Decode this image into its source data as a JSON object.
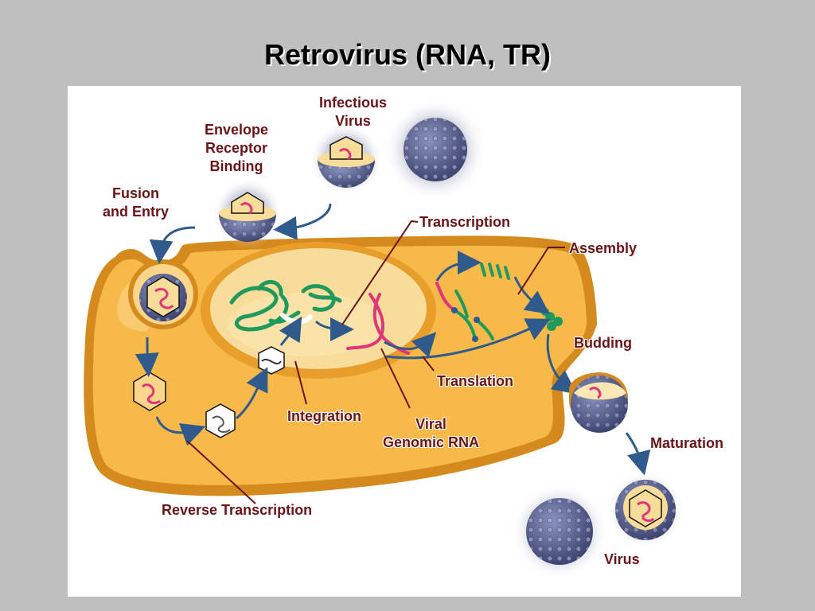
{
  "title": "Retrovirus (RNA, TR)",
  "labels": {
    "infectious_virus": [
      "Infectious",
      "Virus"
    ],
    "envelope_receptor_binding": [
      "Envelope",
      "Receptor",
      "Binding"
    ],
    "fusion_and_entry": [
      "Fusion",
      "and Entry"
    ],
    "transcription": "Transcription",
    "assembly": "Assembly",
    "budding": "Budding",
    "translation": "Translation",
    "integration": "Integration",
    "viral_genomic_rna": [
      "Viral",
      "Genomic RNA"
    ],
    "maturation": "Maturation",
    "reverse_transcription": "Reverse Transcription",
    "virus": "Virus"
  },
  "colors": {
    "slide_background": "#bfbfbf",
    "panel_background": "#ffffff",
    "cell_fill": "#f7b94a",
    "cell_edge": "#d48a1c",
    "nucleus_fill": "#f8dc9a",
    "virus_fill": "#5f6894",
    "arrow": "#2f5a8c",
    "label": "#6a1418",
    "rna": "#e0357a",
    "dna": "#1f9a5c"
  }
}
